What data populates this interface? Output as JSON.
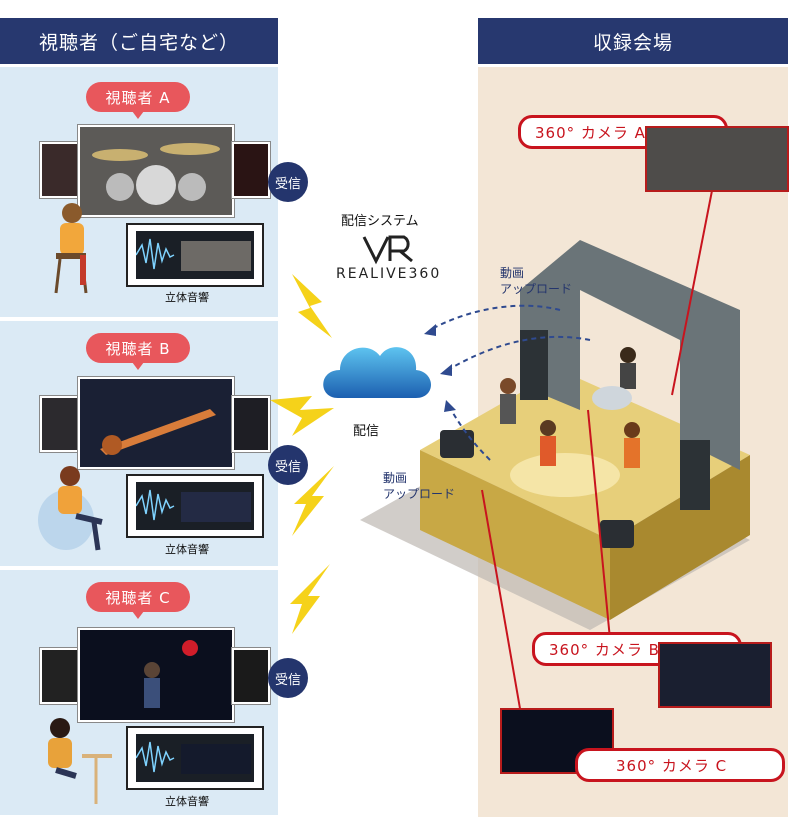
{
  "left_header": "視聴者（ご自宅など）",
  "right_header": "収録会場",
  "viewers": [
    {
      "label": "視聴者 A",
      "receive": "受信",
      "caption": "立体音響"
    },
    {
      "label": "視聴者 B",
      "receive": "受信",
      "caption": "立体音響"
    },
    {
      "label": "視聴者 C",
      "receive": "受信",
      "caption": "立体音響"
    }
  ],
  "system": {
    "title": "配信システム",
    "logo_text": "REALIVE360",
    "distribute": "配信"
  },
  "upload_label_1": "動画\nアップロード",
  "upload_label_2": "動画\nアップロード",
  "cameras": [
    {
      "label": "360° カメラ A"
    },
    {
      "label": "360° カメラ B"
    },
    {
      "label": "360° カメラ C"
    }
  ],
  "colors": {
    "header": "#27386f",
    "pill": "#e8575c",
    "camera_red": "#c8141e",
    "bolt": "#f5d21a",
    "upload_arrow": "#2f4a8f"
  }
}
